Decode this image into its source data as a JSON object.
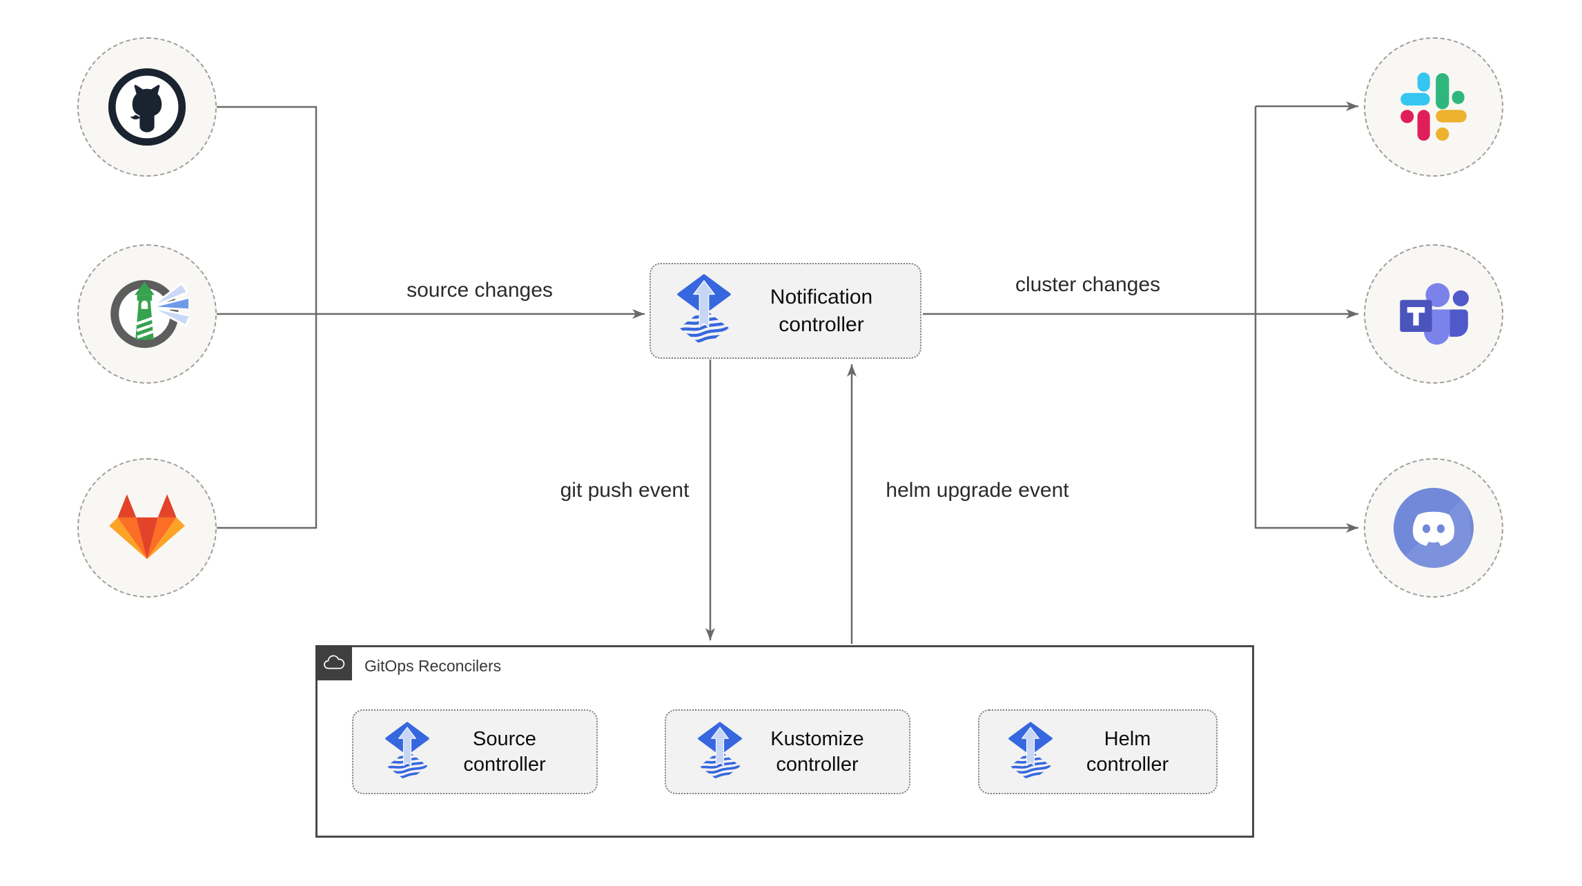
{
  "sources": [
    {
      "name": "GitHub",
      "icon": "github-icon"
    },
    {
      "name": "Harbor",
      "icon": "harbor-icon"
    },
    {
      "name": "GitLab",
      "icon": "gitlab-icon"
    }
  ],
  "targets": [
    {
      "name": "Slack",
      "icon": "slack-icon"
    },
    {
      "name": "Microsoft Teams",
      "icon": "teams-icon"
    },
    {
      "name": "Discord",
      "icon": "discord-icon"
    }
  ],
  "notification_controller": {
    "label": "Notification controller",
    "icon": "flux-icon"
  },
  "edges": {
    "source_changes": "source changes",
    "cluster_changes": "cluster changes",
    "git_push_event": "git push event",
    "helm_upgrade_event": "helm upgrade event"
  },
  "reconcilers": {
    "title": "GitOps Reconcilers",
    "icon": "cloud-icon",
    "controllers": [
      {
        "label": "Source controller",
        "icon": "flux-icon"
      },
      {
        "label": "Kustomize controller",
        "icon": "flux-icon"
      },
      {
        "label": "Helm controller",
        "icon": "flux-icon"
      }
    ]
  },
  "colors": {
    "flux_blue": "#3667df",
    "flux_arrow": "#c7d6f4",
    "line": "#696969",
    "box_bg": "#f2f2f2",
    "node_bg": "#f8f7f3",
    "container_border": "#4a4a4a",
    "slack": [
      "#36c5f0",
      "#2eb67d",
      "#ecb22e",
      "#e01e5a"
    ],
    "gitlab": [
      "#e24329",
      "#fc6d26",
      "#fca326"
    ],
    "teams": [
      "#4b53bc",
      "#7b83eb",
      "#5059c9"
    ],
    "discord": "#7289da",
    "github": "#1a2330",
    "harbor_ring": "#5d5d5d",
    "harbor_green": "#36a24f"
  }
}
